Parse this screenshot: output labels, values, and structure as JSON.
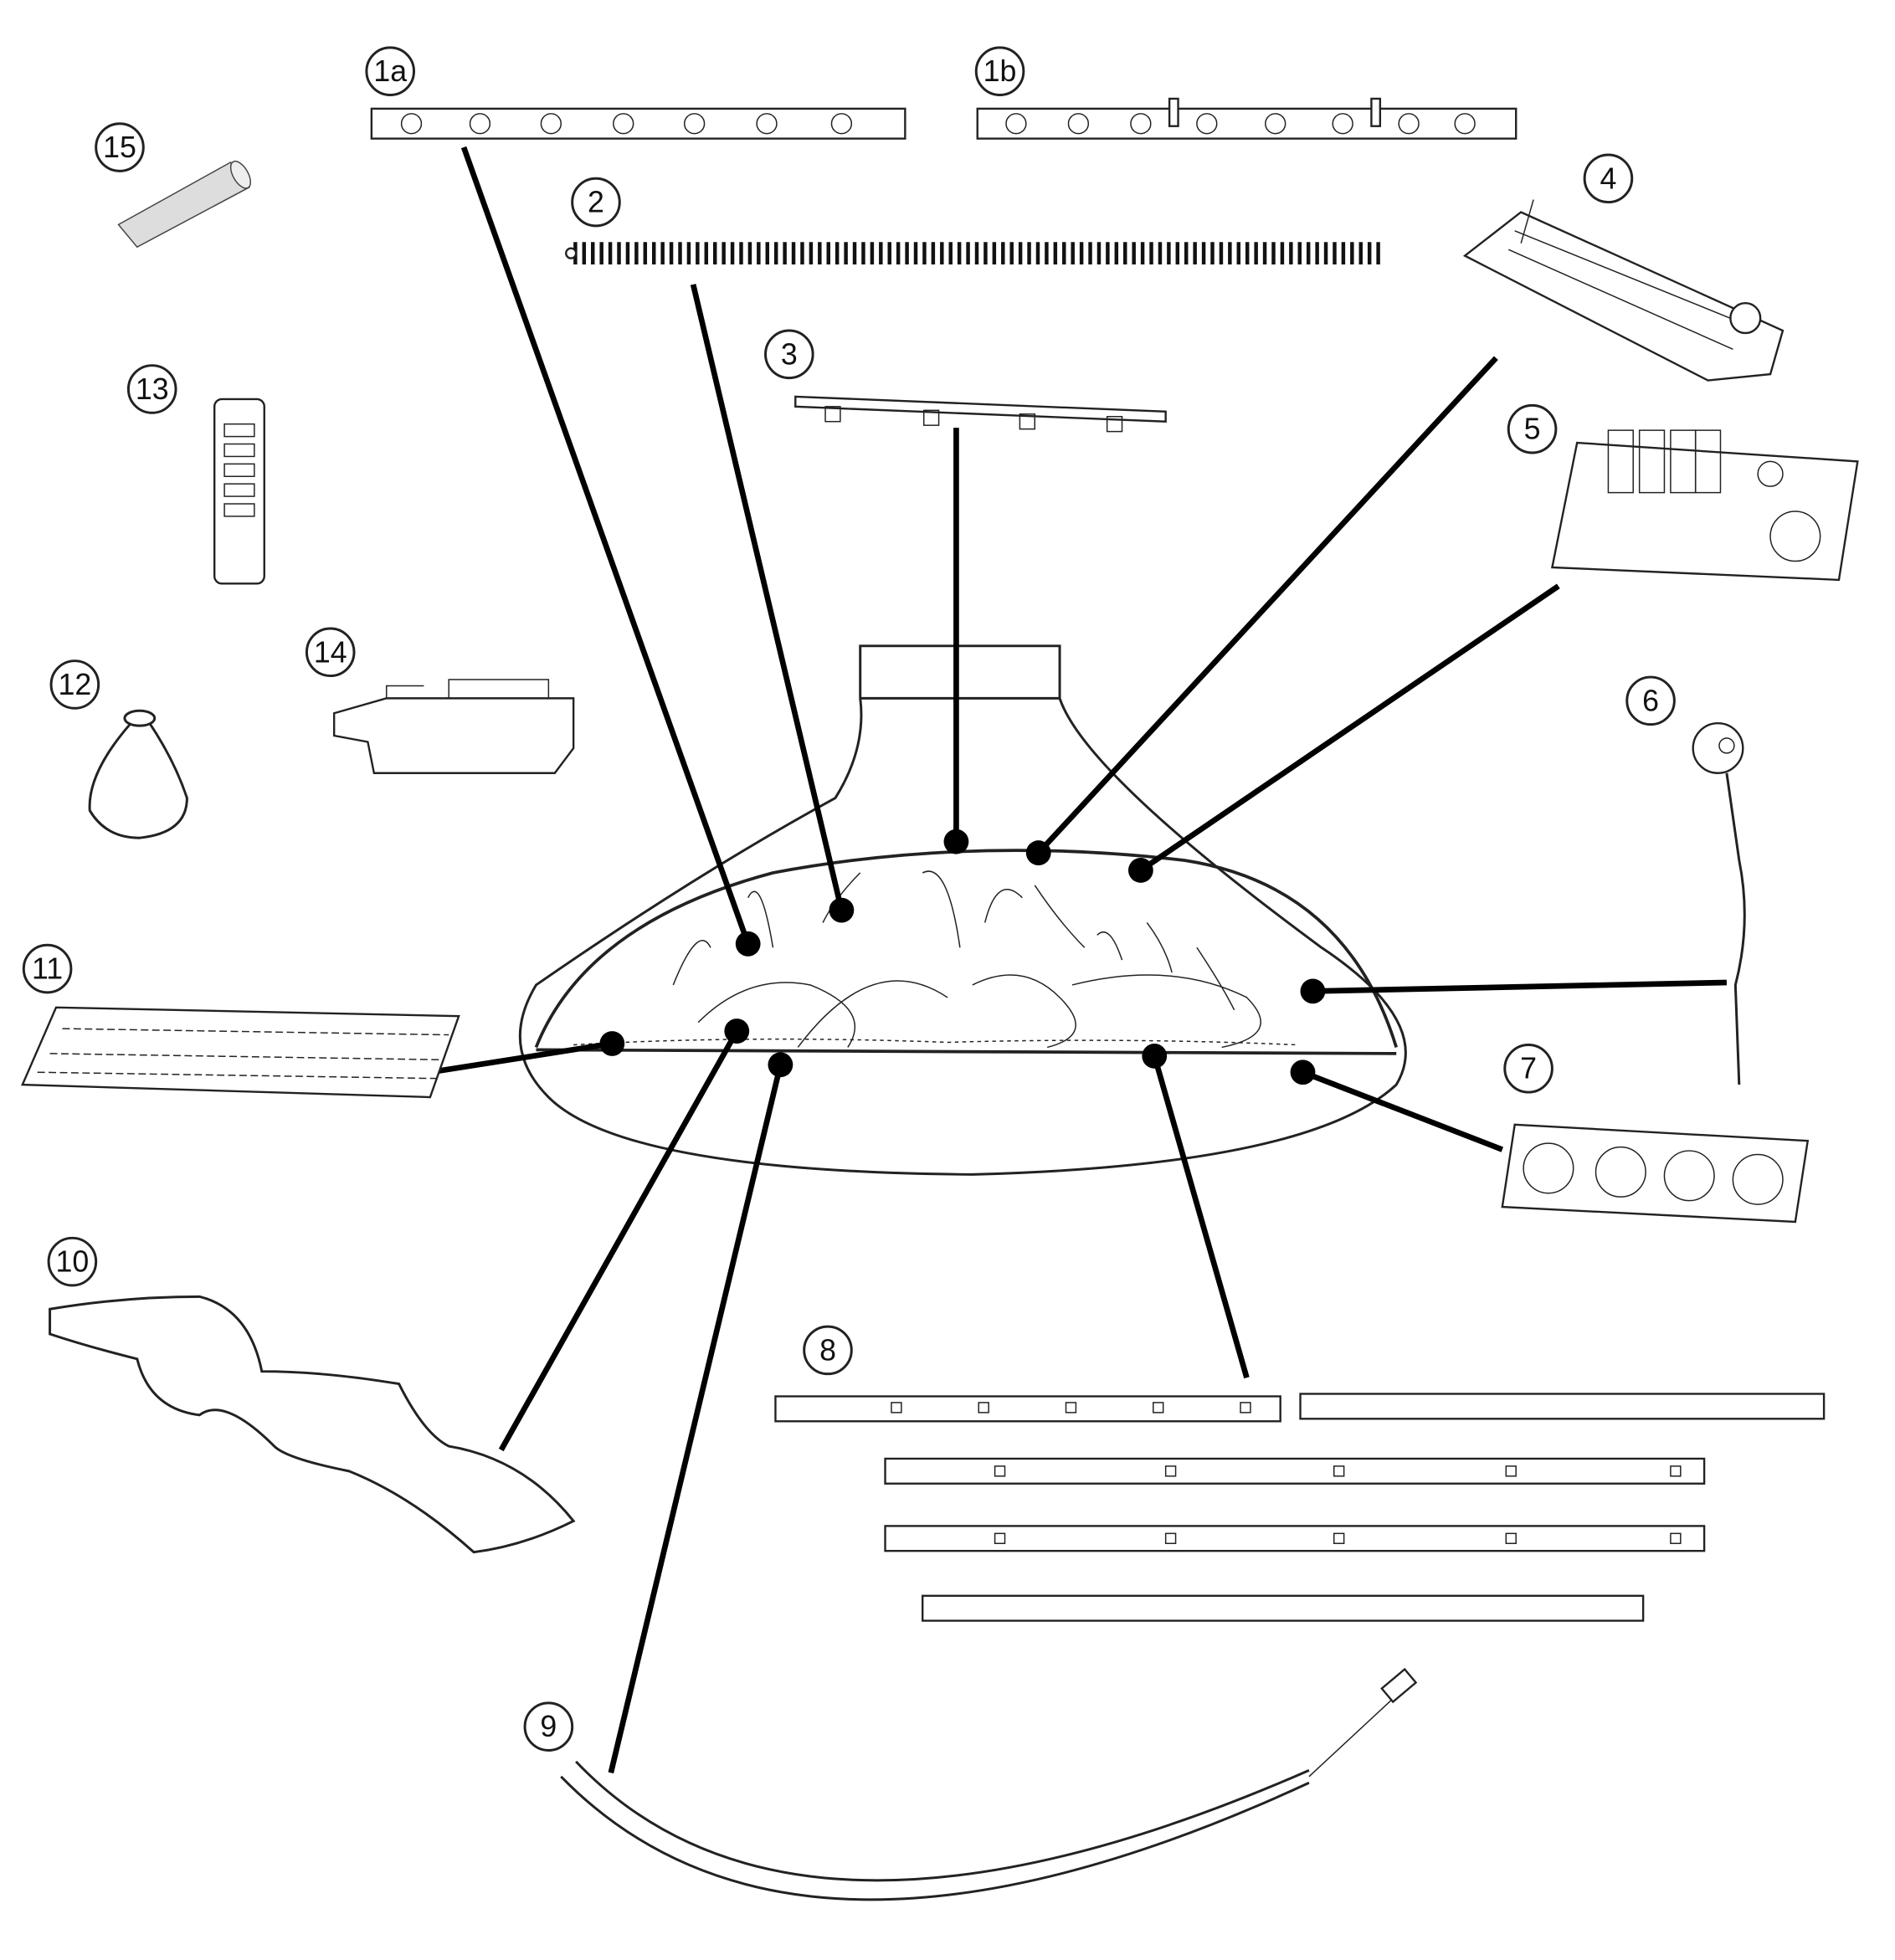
{
  "diagram": {
    "callouts": [
      {
        "id": "1a",
        "label": "1a"
      },
      {
        "id": "1b",
        "label": "1b"
      },
      {
        "id": "2",
        "label": "2"
      },
      {
        "id": "3",
        "label": "3"
      },
      {
        "id": "4",
        "label": "4"
      },
      {
        "id": "5",
        "label": "5"
      },
      {
        "id": "6",
        "label": "6"
      },
      {
        "id": "7",
        "label": "7"
      },
      {
        "id": "8",
        "label": "8"
      },
      {
        "id": "9",
        "label": "9"
      },
      {
        "id": "10",
        "label": "10"
      },
      {
        "id": "11",
        "label": "11"
      },
      {
        "id": "12",
        "label": "12"
      },
      {
        "id": "13",
        "label": "13"
      },
      {
        "id": "14",
        "label": "14"
      },
      {
        "id": "15",
        "label": "15"
      }
    ],
    "colors": {
      "line": "#000000",
      "background": "#ffffff"
    }
  }
}
